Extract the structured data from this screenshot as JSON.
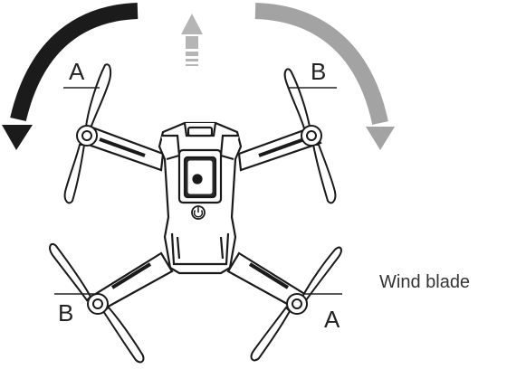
{
  "labels": {
    "top_left": "A",
    "top_right": "B",
    "bottom_left": "B",
    "bottom_right": "A"
  },
  "caption": "Wind blade",
  "colors": {
    "ccw_arrow": "#1b1b1b",
    "cw_arrow": "#a3a3a3",
    "forward_arrow": "#b5b5b5",
    "outline": "#1a1a1a"
  },
  "icons": {
    "forward_direction": "arrow-up-icon",
    "rotation_ccw": "rotate-ccw-icon",
    "rotation_cw": "rotate-cw-icon",
    "power_button": "power-icon"
  }
}
